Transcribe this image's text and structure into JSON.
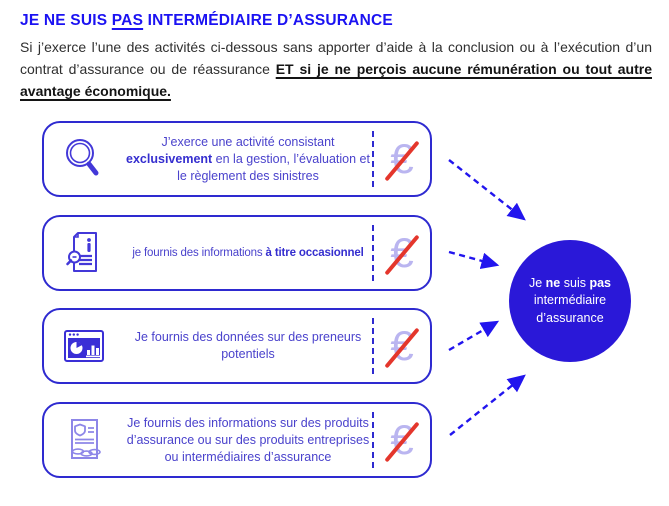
{
  "header": {
    "title_pre": "JE NE SUIS ",
    "title_underlined": "PAS",
    "title_post": " INTERMÉDIAIRE D’ASSURANCE",
    "body_regular": "Si j’exerce l’une des activités ci-dessous sans apporter d’aide à la conclusion ou à l’exécution d’un contrat d’assurance ou de réassurance ",
    "body_bold_underlined": "ET si je ne perçois aucune rémunération ou tout autre avantage économique."
  },
  "cards": [
    {
      "icon": "magnifier-icon",
      "text_before": "J’exerce une activité consistant ",
      "text_bold": "exclusivement",
      "text_after": " en la gestion, l’évaluation et le règlement des sinistres"
    },
    {
      "icon": "info-document-icon",
      "text_before": "je fournis des informations ",
      "text_bold": "à titre occasionnel",
      "text_after": ""
    },
    {
      "icon": "dashboard-icon",
      "text_before": "Je fournis des données sur des preneurs potentiels",
      "text_bold": "",
      "text_after": ""
    },
    {
      "icon": "insurance-document-icon",
      "text_before": "Je fournis des informations sur des produits d’assurance ou sur des produits entreprises ou intermédiaires d’assurance",
      "text_bold": "",
      "text_after": ""
    }
  ],
  "euro": {
    "symbol": "€",
    "meaning": "no-remuneration"
  },
  "conclusion": {
    "line1_pre": "Je ",
    "line1_bold1": "ne",
    "line1_mid": " suis ",
    "line1_bold2": "pas",
    "line2": "intermédiaire",
    "line3": "d’assurance"
  },
  "palette": {
    "title_blue": "#1b12f2",
    "card_border_blue": "#2e2ad0",
    "card_text_indigo": "#4a42cc",
    "circle_blue": "#2a18d8",
    "arrow_blue": "#2215ee",
    "euro_lavender": "#bab5f0",
    "slash_red": "#e4362c",
    "body_text": "#2f2f2f"
  }
}
